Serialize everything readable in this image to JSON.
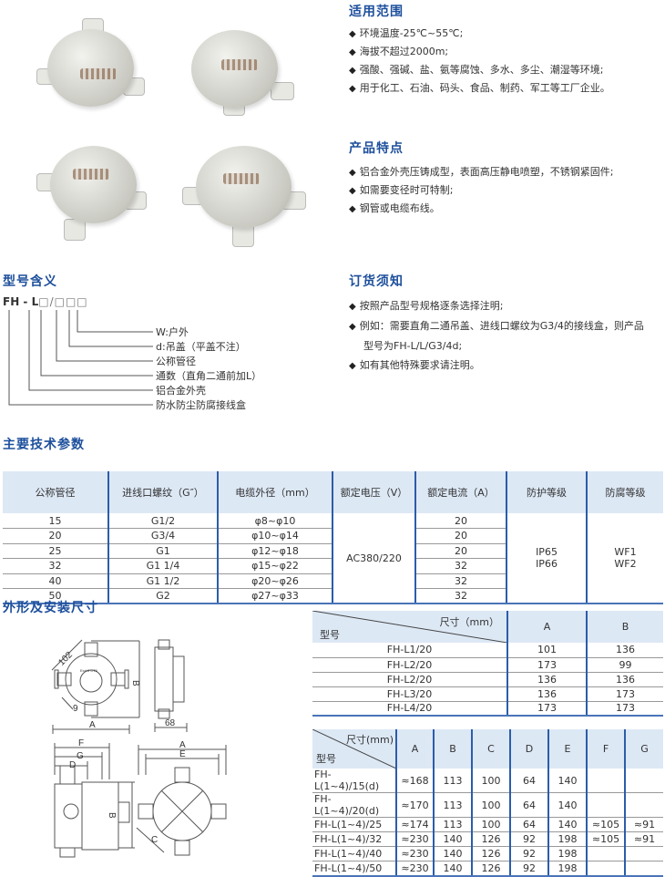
{
  "scope": {
    "title": "适用范围",
    "items": [
      "环境温度-25℃~55℃;",
      "海拔不超过2000m;",
      "强酸、强碱、盐、氨等腐蚀、多水、多尘、潮湿等环境;",
      "用于化工、石油、码头、食品、制药、军工等工厂企业。"
    ]
  },
  "features": {
    "title": "产品特点",
    "items": [
      "铝合金外壳压铸成型，表面高压静电喷塑，不锈钢紧固件;",
      "如需要变径时可特制;",
      "钢管或电缆布线。"
    ]
  },
  "model_meaning": {
    "title": "型号含义",
    "code_prefix": "FH - L",
    "code_boxes": "□/□□□",
    "legend": [
      "W:户外",
      "d:吊盖（平盖不注）",
      "公称管径",
      "通数（直角二通前加L）",
      "铝合金外壳",
      "防水防尘防腐接线盒"
    ]
  },
  "ordering": {
    "title": "订货须知",
    "items": [
      "按照产品型号规格逐条选择注明;",
      "例如：需要直角二通吊盖、进线口螺纹为G3/4的接线盒，则产品",
      "如有其他特殊要求请注明。"
    ],
    "item2_cont": "型号为FH-L/L/G3/4d;"
  },
  "specs": {
    "title": "主要技术参数",
    "headers": [
      "公称管径",
      "进线口螺纹（G″）",
      "电缆外径（mm）",
      "额定电压（V）",
      "额定电流（A）",
      "防护等级",
      "防腐等级"
    ],
    "rows": [
      [
        "15",
        "G1/2",
        "φ8~φ10",
        "20"
      ],
      [
        "20",
        "G3/4",
        "φ10~φ14",
        "20"
      ],
      [
        "25",
        "G1",
        "φ12~φ18",
        "20"
      ],
      [
        "32",
        "G1 1/4",
        "φ15~φ22",
        "32"
      ],
      [
        "40",
        "G1 1/2",
        "φ20~φ26",
        "32"
      ],
      [
        "50",
        "G2",
        "φ27~φ33",
        "32"
      ]
    ],
    "voltage": "AC380/220",
    "protection": [
      "IP65",
      "IP66"
    ],
    "anticorrosion": [
      "WF1",
      "WF2"
    ]
  },
  "dimensions": {
    "title": "外形及安装尺寸",
    "drawing_labels": {
      "d102": "102",
      "d9": "9",
      "A": "A",
      "B": "B",
      "d68": "68",
      "F": "F",
      "G": "G",
      "D": "D",
      "E": "E",
      "C": "C",
      "nameplate": "Exd II CT6"
    },
    "table_ab": {
      "header_size": "尺寸（mm）",
      "header_model": "型号",
      "cols": [
        "A",
        "B"
      ],
      "rows": [
        [
          "FH-L1/20",
          "101",
          "136"
        ],
        [
          "FH-L2/20",
          "173",
          "99"
        ],
        [
          "FH-L2/20",
          "136",
          "136"
        ],
        [
          "FH-L3/20",
          "136",
          "173"
        ],
        [
          "FH-L4/20",
          "173",
          "173"
        ]
      ]
    },
    "table_full": {
      "header_size": "尺寸(mm)",
      "header_model": "型号",
      "cols": [
        "A",
        "B",
        "C",
        "D",
        "E",
        "F",
        "G"
      ],
      "rows": [
        [
          "FH-L(1~4)/15(d)",
          "≈168",
          "113",
          "100",
          "64",
          "140",
          "",
          ""
        ],
        [
          "FH-L(1~4)/20(d)",
          "≈170",
          "113",
          "100",
          "64",
          "140",
          "",
          ""
        ],
        [
          "FH-L(1~4)/25",
          "≈174",
          "113",
          "100",
          "64",
          "140",
          "≈105",
          "≈91"
        ],
        [
          "FH-L(1~4)/32",
          "≈230",
          "140",
          "126",
          "92",
          "198",
          "≈105",
          "≈91"
        ],
        [
          "FH-L(1~4)/40",
          "≈230",
          "140",
          "126",
          "92",
          "198",
          "",
          ""
        ],
        [
          "FH-L(1~4)/50",
          "≈230",
          "140",
          "126",
          "92",
          "198",
          "",
          ""
        ]
      ]
    }
  }
}
